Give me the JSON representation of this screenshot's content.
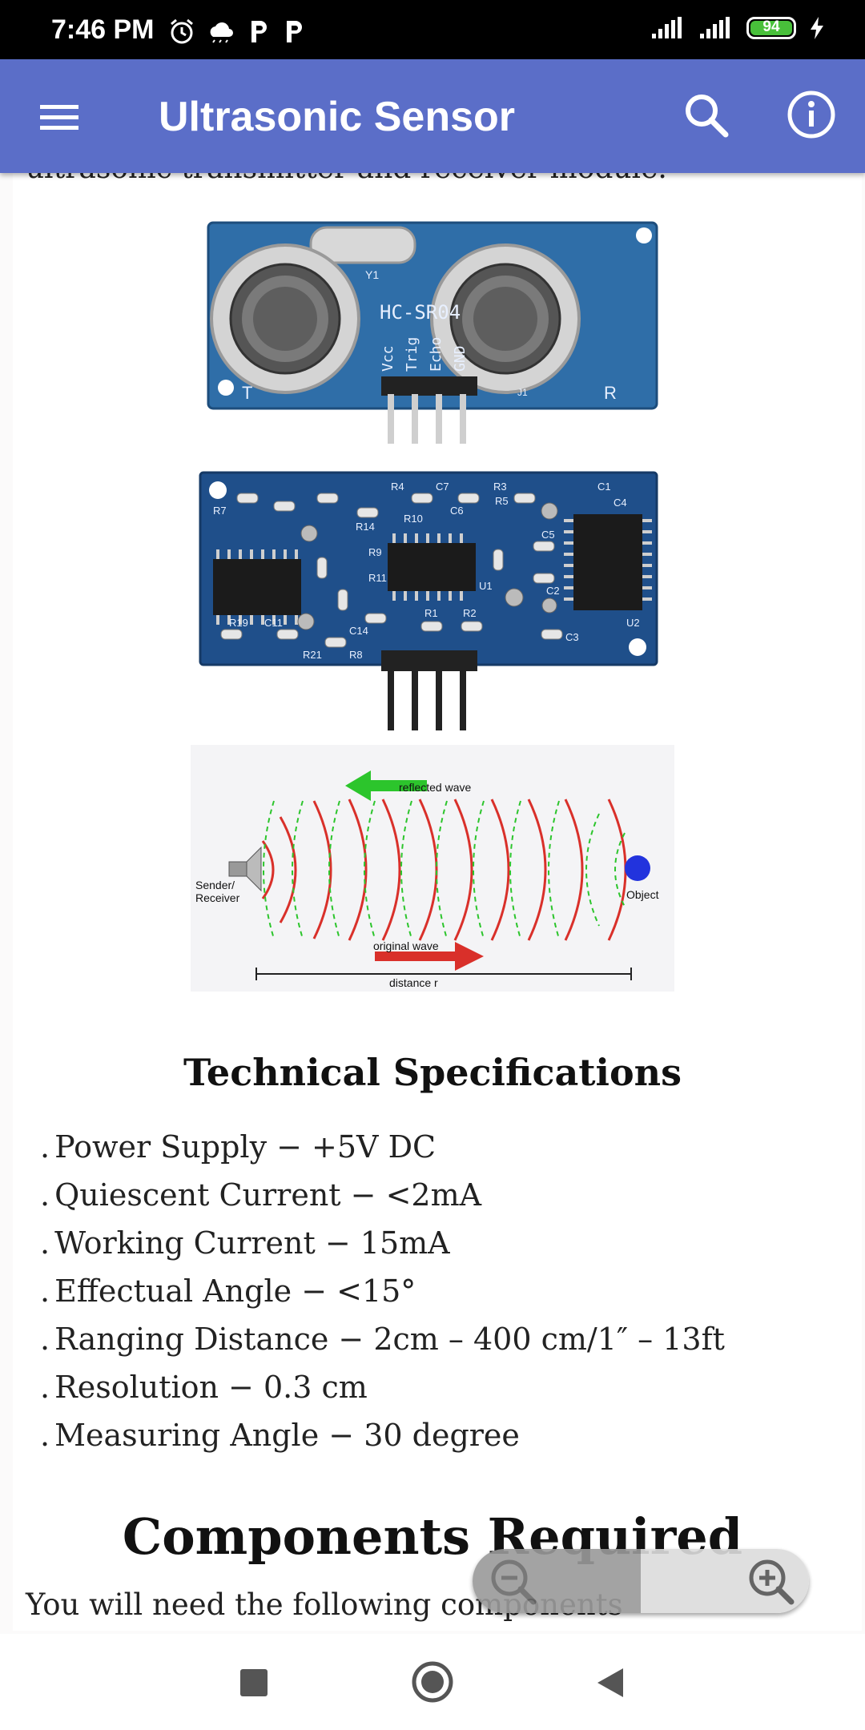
{
  "status_bar": {
    "time": "7:46 PM",
    "battery": "94",
    "icons": [
      "alarm-icon",
      "weather-icon",
      "p-app-icon",
      "p-app-icon",
      "signal-icon",
      "signal-icon",
      "charging-icon"
    ]
  },
  "app_bar": {
    "title": "Ultrasonic Sensor",
    "icons": [
      "menu-icon",
      "search-icon",
      "info-icon"
    ]
  },
  "article": {
    "cut_line": "ultrasonic transmitter and receiver module.",
    "images": {
      "module_front": {
        "labels": [
          "Y1",
          "HC-SR04",
          "Vcc",
          "Trig",
          "Echo",
          "GND",
          "T",
          "R",
          "J1"
        ]
      },
      "module_back": {
        "labels": [
          "R7",
          "R4",
          "C7",
          "R3",
          "C1",
          "C4",
          "R14",
          "R10",
          "C6",
          "R5",
          "C5",
          "C2",
          "R11",
          "R9",
          "U1",
          "R1",
          "R2",
          "C3",
          "U2",
          "R19",
          "C11",
          "R21",
          "C14",
          "R8"
        ]
      },
      "diagram": {
        "reflected": "reflected wave",
        "sender": "Sender/",
        "receiver": "Receiver",
        "object": "Object",
        "original": "original wave",
        "distance": "distance r"
      }
    },
    "spec_heading": "Technical Specifications",
    "specs": [
      "Power Supply − +5V DC",
      "Quiescent Current − <2mA",
      "Working Current − 15mA",
      "Effectual Angle − <15°",
      "Ranging Distance − 2cm – 400 cm/1″ – 13ft",
      "Resolution − 0.3 cm",
      "Measuring Angle − 30 degree"
    ],
    "components_heading": "Components Required",
    "components_intro": "You will need the following components"
  },
  "zoom": {
    "icons": [
      "zoom-out-icon",
      "zoom-in-icon"
    ]
  },
  "nav_bar": {
    "icons": [
      "recents-icon",
      "home-icon",
      "back-icon"
    ]
  },
  "colors": {
    "app_bar": "#5b6ec8",
    "status_bar": "#000000",
    "battery": "#48c03a",
    "board": "#2f6ea8",
    "red_wave": "#d9302a",
    "green_wave": "#2cc52c",
    "object": "#2233dd"
  }
}
